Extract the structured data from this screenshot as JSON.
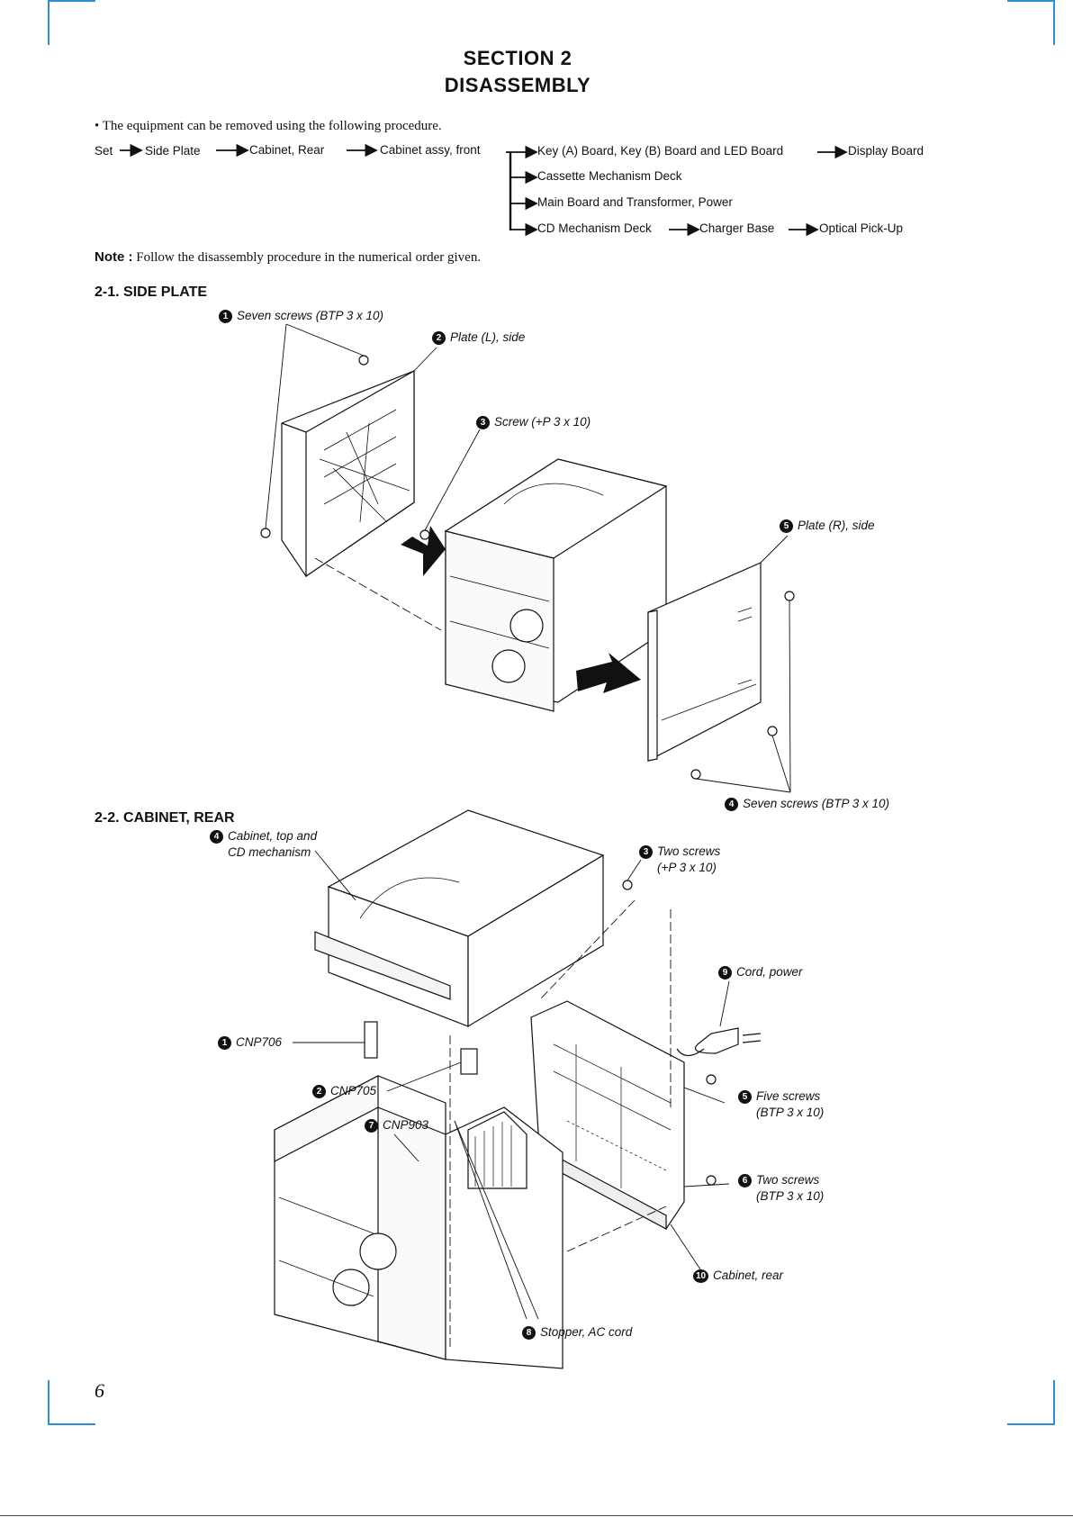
{
  "header": {
    "section": "SECTION 2",
    "title": "DISASSEMBLY"
  },
  "intro": "• The equipment can be removed using the following procedure.",
  "flow": {
    "set": "Set",
    "side_plate": "Side Plate",
    "cabinet_rear": "Cabinet, Rear",
    "cabinet_front": "Cabinet assy, front",
    "branch1": "Key (A) Board, Key (B) Board and LED Board",
    "branch1_next": "Display Board",
    "branch2": "Cassette Mechanism Deck",
    "branch3": "Main Board and Transformer, Power",
    "branch4": "CD Mechanism Deck",
    "branch4_next": "Charger Base",
    "branch4_last": "Optical Pick-Up"
  },
  "note": {
    "label": "Note :",
    "text": "Follow the disassembly procedure in the numerical order given."
  },
  "side_plate": {
    "heading": "2-1. SIDE PLATE",
    "labels": [
      {
        "num": "1",
        "text": "Seven screws (BTP 3 x 10)"
      },
      {
        "num": "2",
        "text": "Plate (L), side"
      },
      {
        "num": "3",
        "text": "Screw (+P 3 x 10)"
      },
      {
        "num": "5",
        "text": "Plate (R), side"
      },
      {
        "num": "4",
        "text": "Seven screws (BTP 3 x 10)"
      }
    ]
  },
  "cabinet_rear": {
    "heading": "2-2. CABINET, REAR",
    "labels": [
      {
        "num": "4",
        "text": "Cabinet, top and",
        "text2": "CD mechanism"
      },
      {
        "num": "3",
        "text": "Two screws",
        "text2": "(+P 3 x 10)"
      },
      {
        "num": "9",
        "text": "Cord, power"
      },
      {
        "num": "1",
        "text": "CNP706"
      },
      {
        "num": "2",
        "text": "CNP705"
      },
      {
        "num": "7",
        "text": "CNP903"
      },
      {
        "num": "5",
        "text": "Five screws",
        "text2": "(BTP 3 x 10)"
      },
      {
        "num": "6",
        "text": "Two screws",
        "text2": "(BTP 3 x 10)"
      },
      {
        "num": "10",
        "text": "Cabinet, rear"
      },
      {
        "num": "8",
        "text": "Stopper, AC cord"
      }
    ]
  },
  "page_number": "6"
}
